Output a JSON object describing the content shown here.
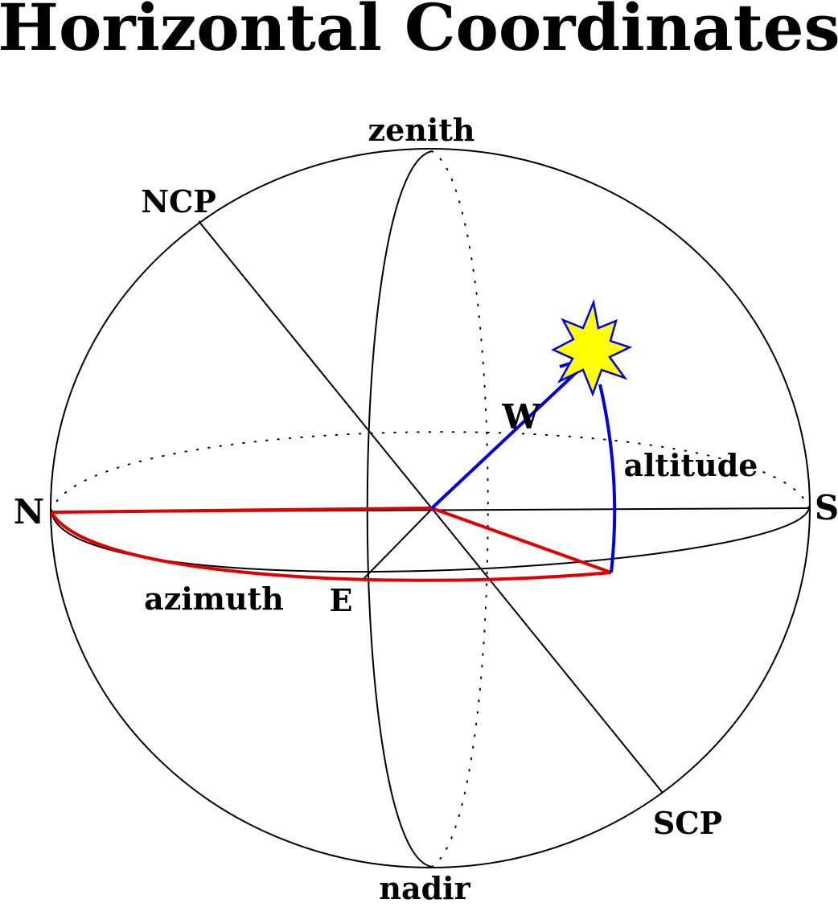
{
  "title": "Horizontal Coordinates",
  "labels": {
    "zenith": "zenith",
    "nadir": "nadir",
    "ncp": "NCP",
    "scp": "SCP",
    "north": "N",
    "south": "S",
    "east": "E",
    "west": "W",
    "altitude": "altitude",
    "azimuth": "azimuth"
  },
  "colors": {
    "azimuth_arc": "#e00000",
    "altitude_arc": "#0000e6",
    "star_fill": "#ffff00",
    "star_outline": "#0000e6",
    "lines": "#000000"
  },
  "icons": {
    "star": "star-icon"
  }
}
